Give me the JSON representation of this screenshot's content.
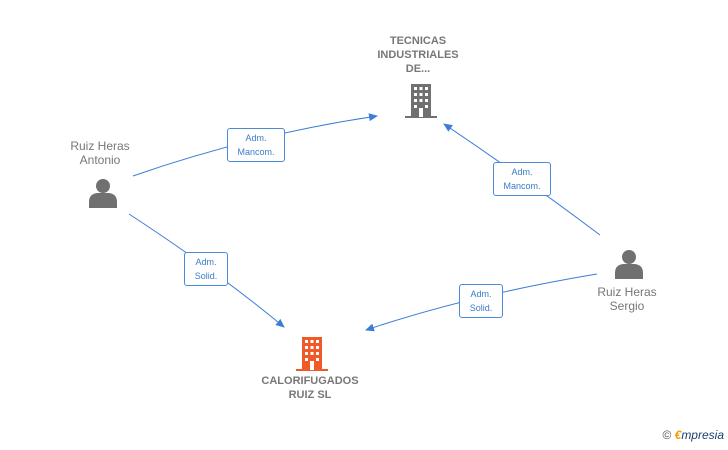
{
  "nodes": {
    "tecnicas": {
      "name": "TECNICAS\nINDUSTRIALES\nDE...",
      "kind": "company",
      "color": "#707070"
    },
    "calorifugados": {
      "name": "CALORIFUGADOS\nRUIZ  SL",
      "kind": "company",
      "color": "#f05a28"
    },
    "antonio": {
      "name": "Ruiz Heras\nAntonio",
      "kind": "person",
      "color": "#707070"
    },
    "sergio": {
      "name": "Ruiz Heras\nSergio",
      "kind": "person",
      "color": "#707070"
    }
  },
  "edges": [
    {
      "from": "antonio",
      "to": "tecnicas",
      "label": "Adm.\nMancom."
    },
    {
      "from": "sergio",
      "to": "tecnicas",
      "label": "Adm.\nMancom."
    },
    {
      "from": "antonio",
      "to": "calorifugados",
      "label": "Adm.\nSolid."
    },
    {
      "from": "sergio",
      "to": "calorifugados",
      "label": "Adm.\nSolid."
    }
  ],
  "colors": {
    "edge": "#3b7dd8",
    "label_border": "#4a8ad6"
  },
  "watermark": {
    "copyright": "©",
    "brand_initial": "€",
    "brand_rest": "mpresia"
  }
}
